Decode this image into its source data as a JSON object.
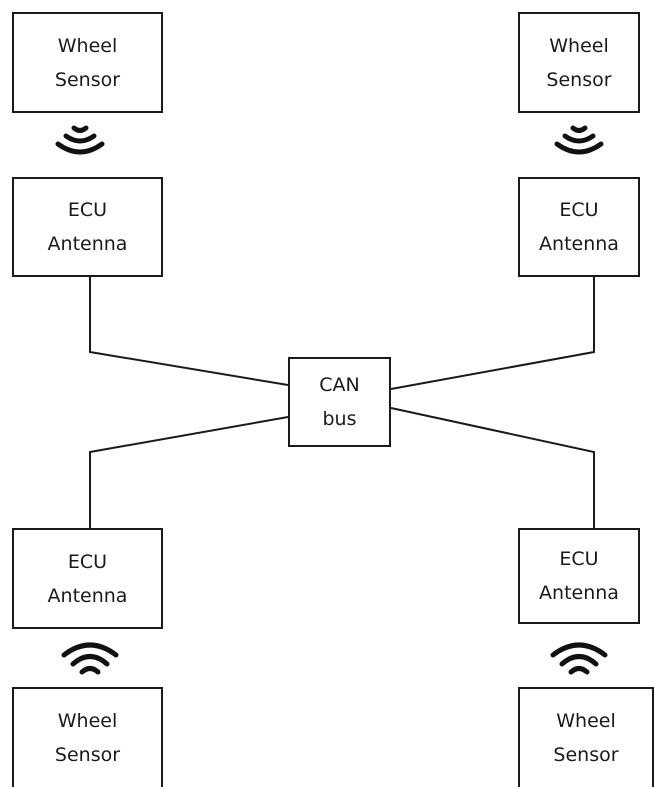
{
  "colors": {
    "line": "#1a1a1a",
    "background": "#ffffff"
  },
  "nodes": {
    "wheel_sensor_top_left": {
      "line1": "Wheel",
      "line2": "Sensor"
    },
    "wheel_sensor_top_right": {
      "line1": "Wheel",
      "line2": "Sensor"
    },
    "ecu_antenna_top_left": {
      "line1": "ECU",
      "line2": "Antenna"
    },
    "ecu_antenna_top_right": {
      "line1": "ECU",
      "line2": "Antenna"
    },
    "can_bus": {
      "line1": "CAN",
      "line2": "bus"
    },
    "ecu_antenna_bottom_left": {
      "line1": "ECU",
      "line2": "Antenna"
    },
    "ecu_antenna_bottom_right": {
      "line1": "ECU",
      "line2": "Antenna"
    },
    "wheel_sensor_bottom_left": {
      "line1": "Wheel",
      "line2": "Sensor"
    },
    "wheel_sensor_bottom_right": {
      "line1": "Wheel",
      "line2": "Sensor"
    }
  },
  "icons": {
    "top_left": "wireless-signal-icon",
    "top_right": "wireless-signal-icon",
    "bottom_left": "wireless-signal-icon",
    "bottom_right": "wireless-signal-icon"
  }
}
